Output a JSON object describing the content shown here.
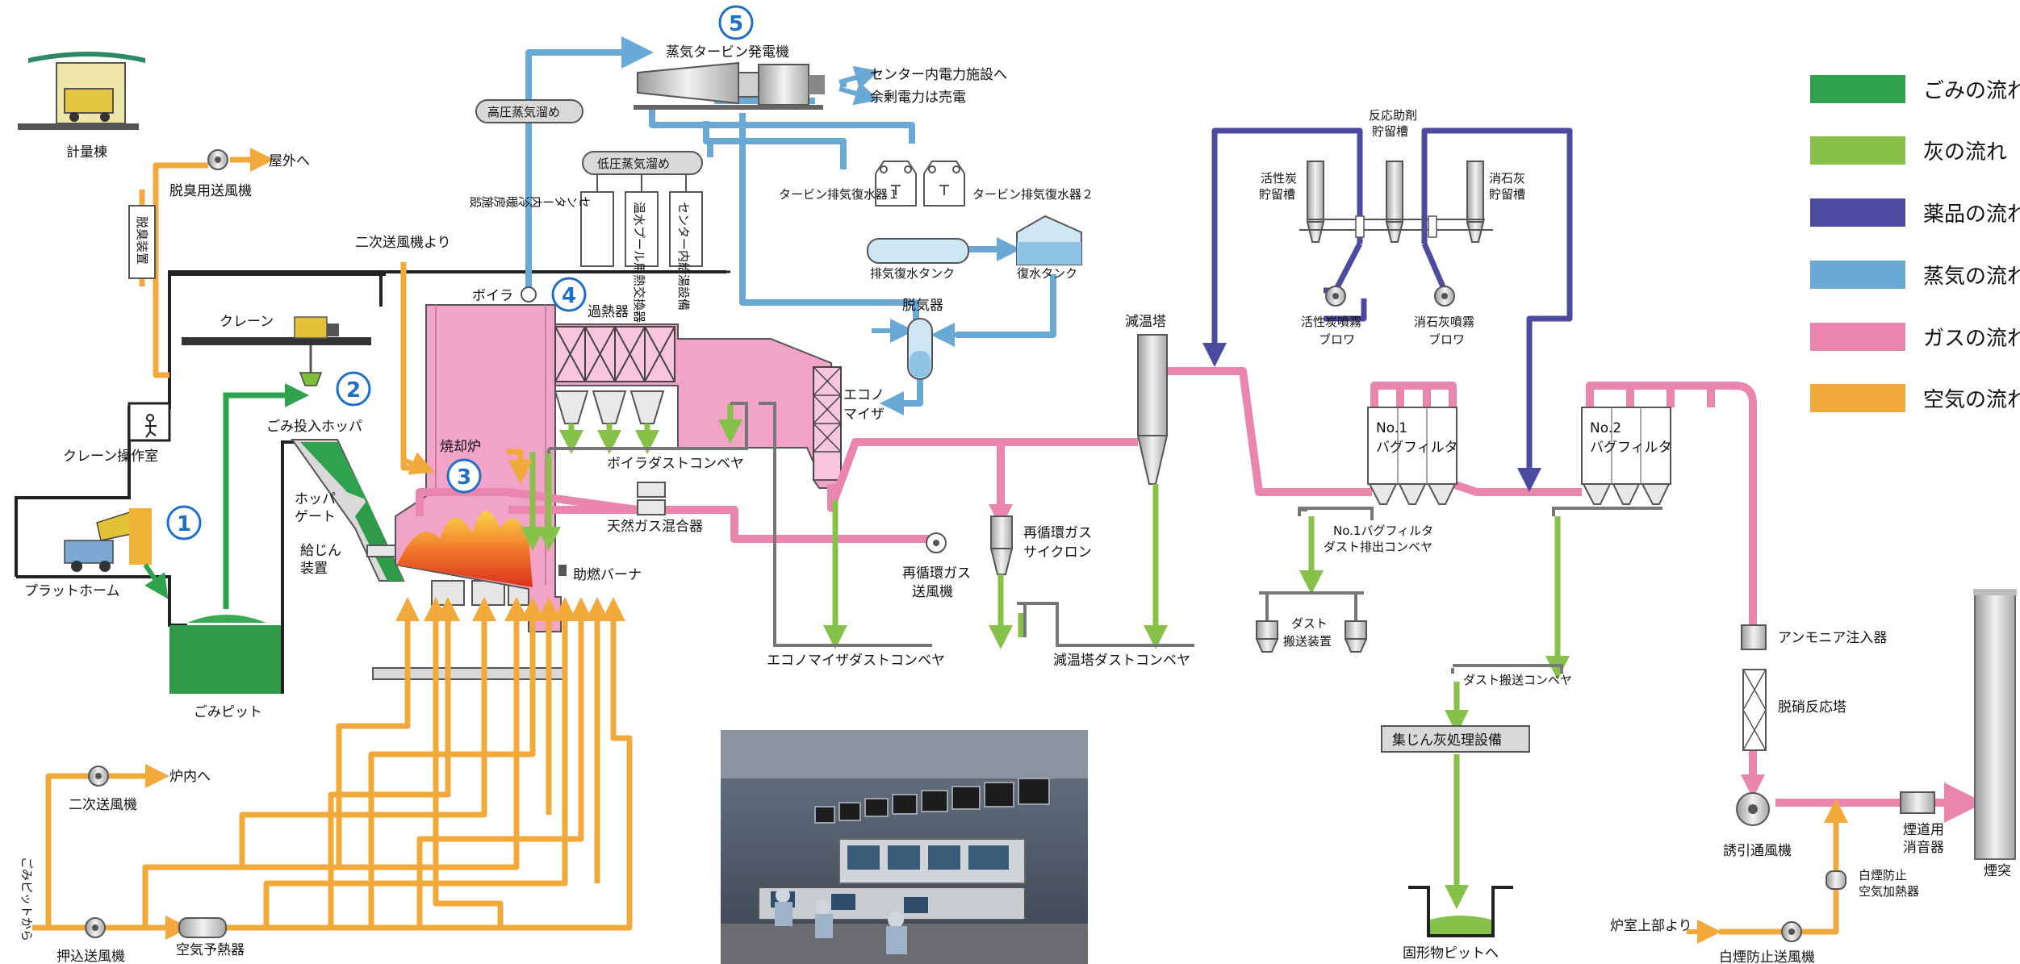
{
  "colors": {
    "waste": "#2fa24e",
    "ash": "#86c24a",
    "chemical": "#4d4ba0",
    "steam": "#6aa8d6",
    "gas": "#ea86ad",
    "air": "#f2a93b",
    "number": "#1e6fc8",
    "furnace": "#f1a3c8",
    "pit": "#2f9a48"
  },
  "legend": [
    {
      "label": "ごみの流れ",
      "color": "#2fa24e"
    },
    {
      "label": "灰の流れ",
      "color": "#86c24a"
    },
    {
      "label": "薬品の流れ",
      "color": "#4d4ba0"
    },
    {
      "label": "蒸気の流れ",
      "color": "#6aa8d6"
    },
    {
      "label": "ガスの流れ",
      "color": "#ea86ad"
    },
    {
      "label": "空気の流れ",
      "color": "#f2a93b"
    }
  ],
  "numbers": [
    "1",
    "2",
    "3",
    "4",
    "5"
  ],
  "labels": {
    "weigh_station": "計量棟",
    "deodor_fan": "脱臭用送風機",
    "outdoor": "屋外へ",
    "deodorizer": "脱臭装置",
    "crane": "クレーン",
    "crane_room": "クレーン操作室",
    "hopper": "ごみ投入ホッパ",
    "platform": "プラットホーム",
    "pit": "ごみピット",
    "hopper_gate_1": "ホッパ",
    "hopper_gate_2": "ゲート",
    "feeder_1": "給じん",
    "feeder_2": "装置",
    "incinerator": "焼却炉",
    "burner": "助燃バーナ",
    "secondary_from": "二次送風機より",
    "boiler": "ボイラ",
    "superheater": "過熱器",
    "hp_drum": "高圧蒸気溜め",
    "lp_drum": "低圧蒸気溜め",
    "turbine": "蒸気タービン発電機",
    "to_center": "センター内電力施設へ",
    "surplus": "余剰電力は売電",
    "lp_user_1": "センター内冷暖房施設",
    "lp_user_2": "温水プール用熱交換器",
    "lp_user_3": "センター内給湯設備",
    "condenser_1": "タービン排気復水器１",
    "condenser_2": "タービン排気復水器２",
    "exhaust_tank": "排気復水タンク",
    "condensate_tank": "復水タンク",
    "deaerator": "脱気器",
    "economizer_1": "エコノ",
    "economizer_2": "マイザ",
    "boiler_dust": "ボイラダストコンベヤ",
    "gas_mixer": "天然ガス混合器",
    "recirc_cyclone_1": "再循環ガス",
    "recirc_cyclone_2": "サイクロン",
    "recirc_fan_1": "再循環ガス",
    "recirc_fan_2": "送風機",
    "eco_dust": "エコノマイザダストコンベヤ",
    "cooling_tower": "減温塔",
    "cooling_dust": "減温塔ダストコンベヤ",
    "reagent_1": "反応助剤",
    "reagent_2": "貯留槽",
    "carbon_silo_1": "活性炭",
    "carbon_silo_2": "貯留槽",
    "lime_silo_1": "消石灰",
    "lime_silo_2": "貯留槽",
    "carbon_blower_1": "活性炭噴霧",
    "carbon_blower_2": "ブロワ",
    "lime_blower_1": "消石灰噴霧",
    "lime_blower_2": "ブロワ",
    "bag1_1": "No.1",
    "bag1_2": "バグフィルタ",
    "bag2_1": "No.2",
    "bag2_2": "バグフィルタ",
    "bag1_conv_1": "No.1バグフィルタ",
    "bag1_conv_2": "ダスト排出コンベヤ",
    "dust_transport_1": "ダスト",
    "dust_transport_2": "搬送装置",
    "dust_conveyor": "ダスト搬送コンベヤ",
    "fly_ash": "集じん灰処理設備",
    "solids_pit": "固形物ピットへ",
    "ammonia": "アンモニア注入器",
    "denox": "脱硝反応塔",
    "idf": "誘引通風機",
    "silencer_1": "煙道用",
    "silencer_2": "消音器",
    "stack": "煙突",
    "anti_plume_heater_1": "白煙防止",
    "anti_plume_heater_2": "空気加熱器",
    "from_top": "炉室上部より",
    "anti_plume_fan": "白煙防止送風機",
    "secondary_fan": "二次送風機",
    "to_furnace": "炉内へ",
    "pit_from": "ごみピットから",
    "forced_fan": "押込送風機",
    "air_preheater": "空気予熱器"
  }
}
